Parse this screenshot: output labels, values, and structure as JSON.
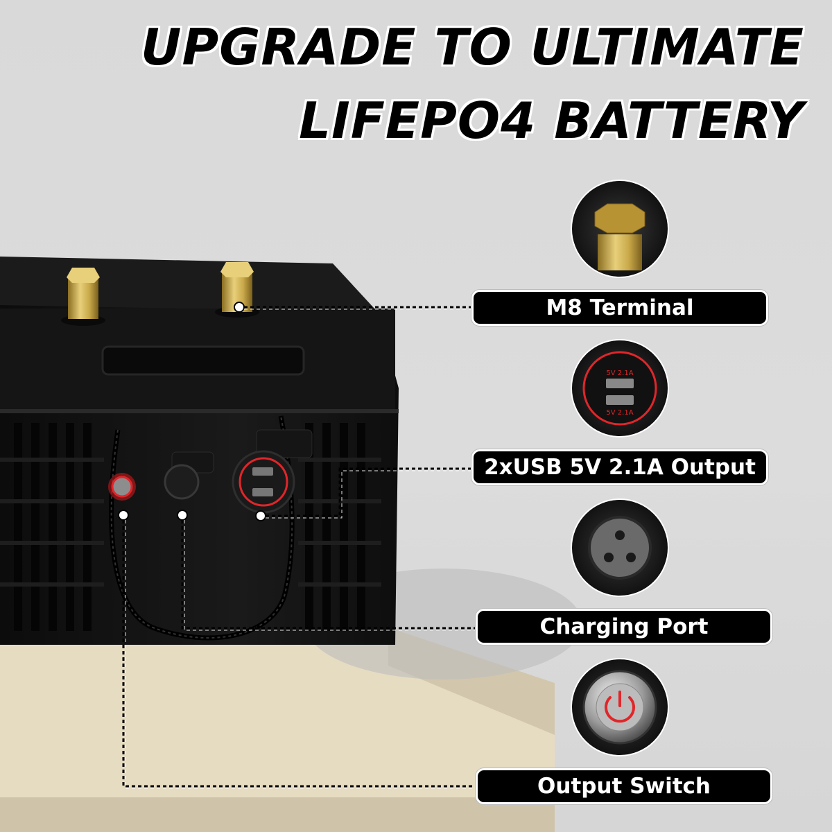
{
  "headline": {
    "line1": "UPGRADE TO ULTIMATE",
    "line2": "LIFEPO4 BATTERY"
  },
  "features": [
    {
      "label": "M8 Terminal",
      "icon": "m8-terminal-bolt-icon"
    },
    {
      "label": "2xUSB 5V 2.1A Output",
      "icon": "dual-usb-port-icon"
    },
    {
      "label": "Charging Port",
      "icon": "charging-port-socket-icon"
    },
    {
      "label": "Output Switch",
      "icon": "power-switch-icon"
    }
  ],
  "usb_port_text": {
    "top": "5V 2.1A",
    "bottom": "5V 2.1A"
  },
  "colors": {
    "battery_body": "#111111",
    "terminal_brass": "#c9a94a",
    "accent_red": "#e0262a",
    "pill_bg": "#000000",
    "pill_text": "#ffffff",
    "platform": "#e6dcc2"
  }
}
